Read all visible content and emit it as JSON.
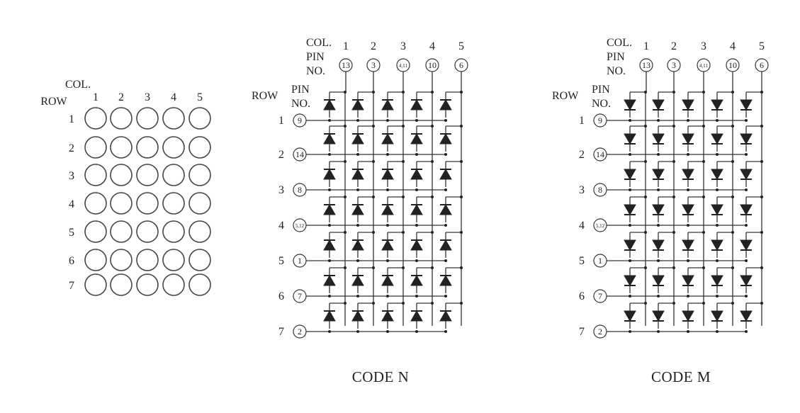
{
  "dot_matrix": {
    "col_label": "COL.",
    "row_label": "ROW",
    "columns": [
      "1",
      "2",
      "3",
      "4",
      "5"
    ],
    "rows": [
      "1",
      "2",
      "3",
      "4",
      "5",
      "6",
      "7"
    ]
  },
  "schematics": [
    {
      "id": "code_n",
      "caption": "CODE N",
      "col_label": "COL.",
      "pin_label_1": "PIN",
      "pin_label_2": "NO.",
      "row_label": "ROW",
      "row_pin_label_1": "PIN",
      "row_pin_label_2": "NO.",
      "columns": [
        "1",
        "2",
        "3",
        "4",
        "5"
      ],
      "column_pins": [
        "13",
        "3",
        "4,11",
        "10",
        "6"
      ],
      "rows": [
        "1",
        "2",
        "3",
        "4",
        "5",
        "6",
        "7"
      ],
      "row_pins": [
        "9",
        "14",
        "8",
        "5,12",
        "1",
        "7",
        "2"
      ],
      "diode_direction": "up"
    },
    {
      "id": "code_m",
      "caption": "CODE M",
      "col_label": "COL.",
      "pin_label_1": "PIN",
      "pin_label_2": "NO.",
      "row_label": "ROW",
      "row_pin_label_1": "PIN",
      "row_pin_label_2": "NO.",
      "columns": [
        "1",
        "2",
        "3",
        "4",
        "5"
      ],
      "column_pins": [
        "13",
        "3",
        "4,11",
        "10",
        "6"
      ],
      "rows": [
        "1",
        "2",
        "3",
        "4",
        "5",
        "6",
        "7"
      ],
      "row_pins": [
        "9",
        "14",
        "8",
        "5,12",
        "1",
        "7",
        "2"
      ],
      "diode_direction": "down"
    }
  ]
}
